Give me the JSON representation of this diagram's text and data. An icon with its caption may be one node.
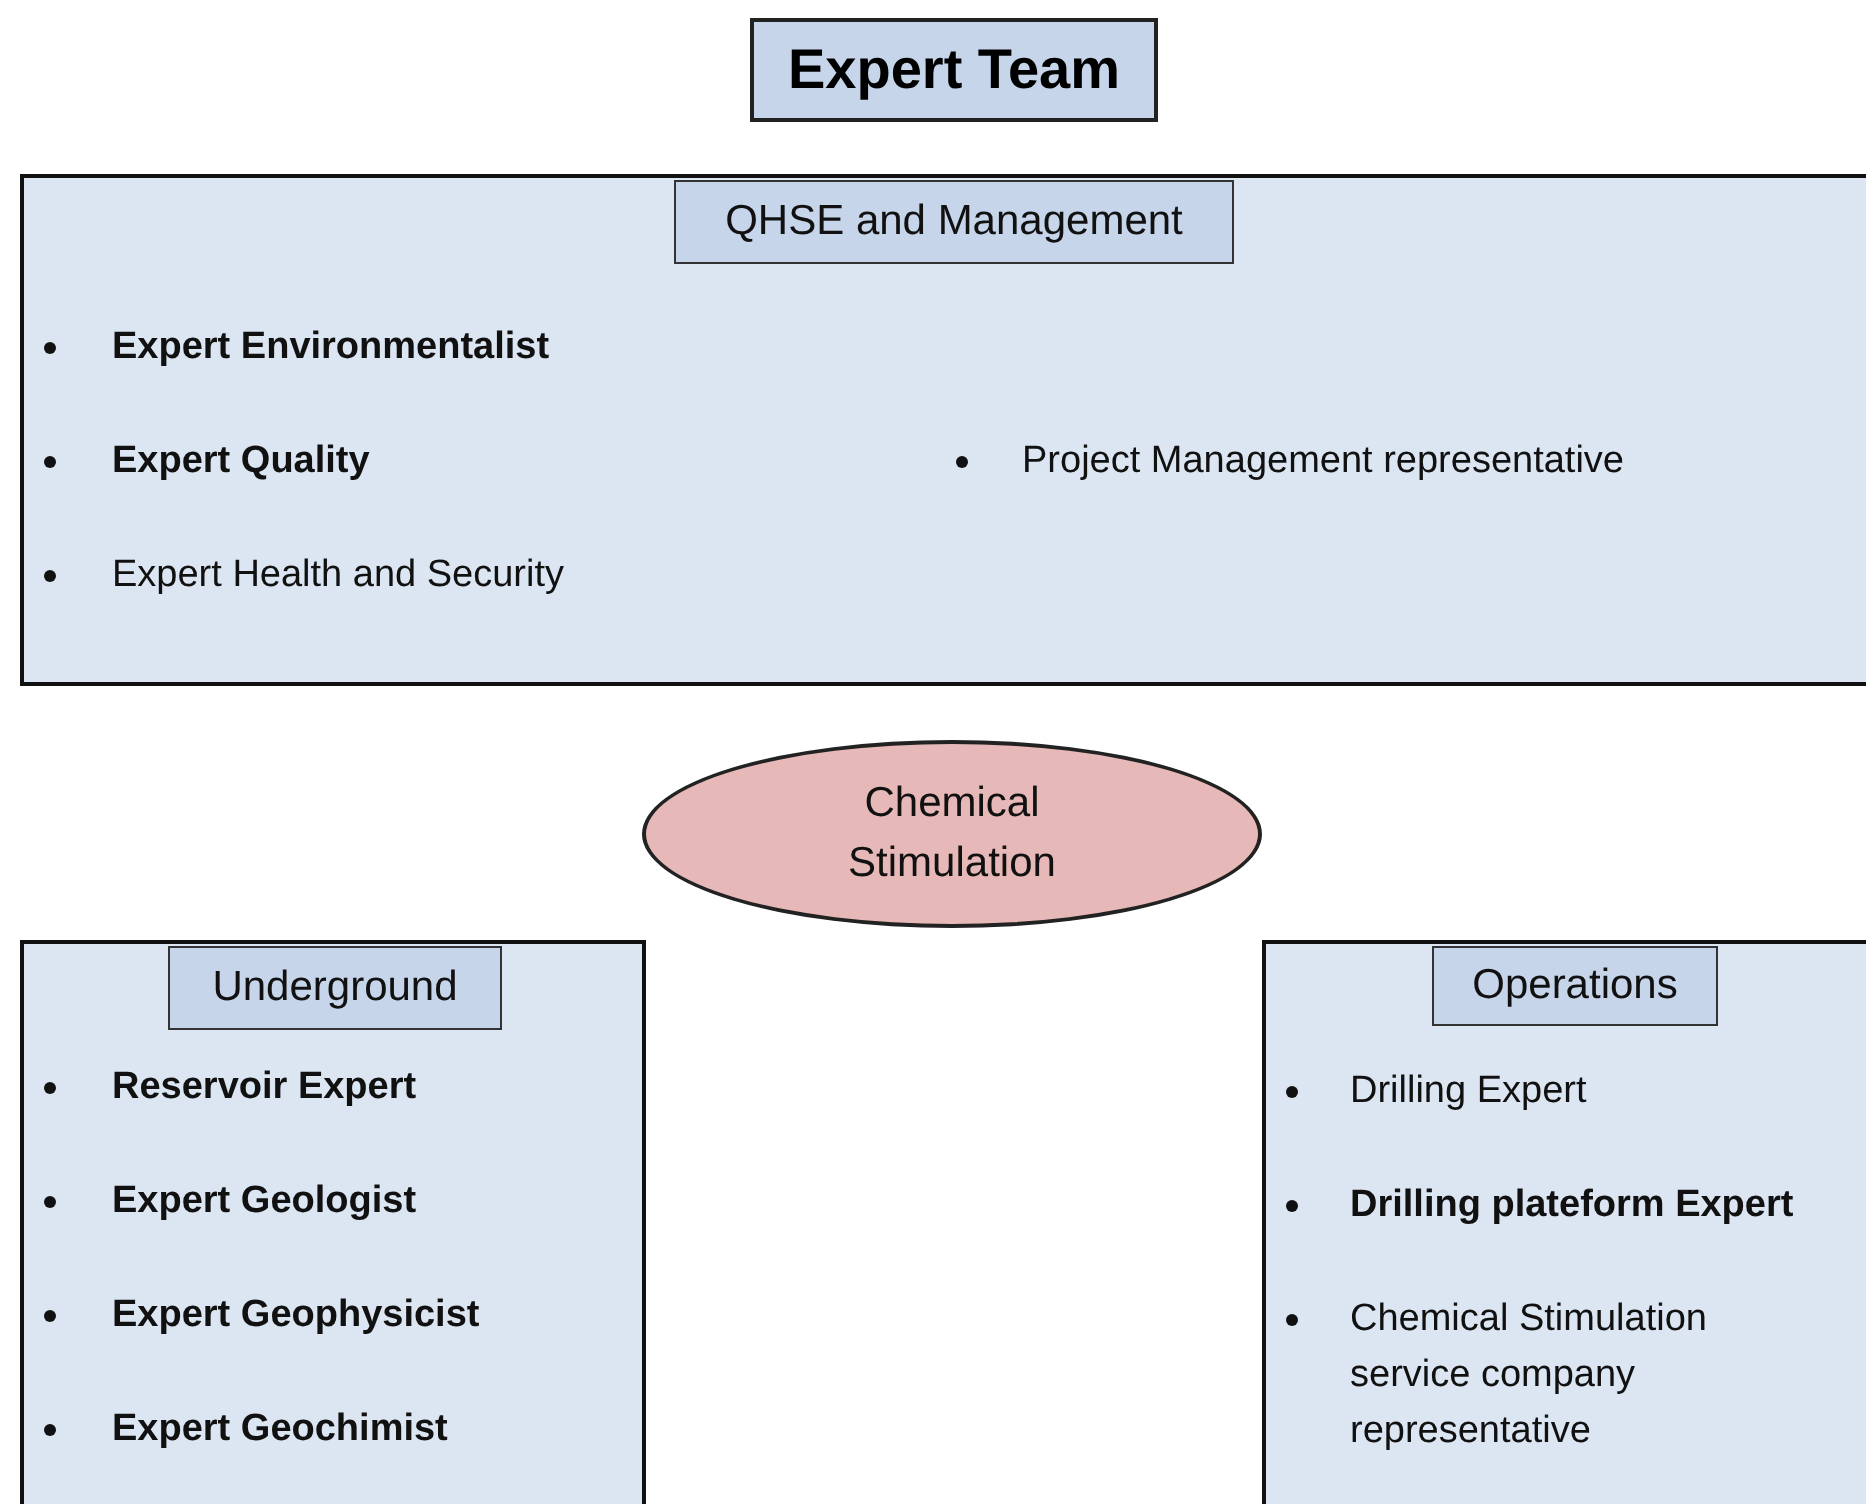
{
  "diagram": {
    "title": "Expert Team",
    "nodes": [
      {
        "text": [
          "QHSE and Management",
          "**Expert Environmentalist**",
          "**Expert Quality**",
          "Expert Health and Security",
          "Project Management representative"
        ]
      },
      {
        "text": [
          "Chemical Stimulation"
        ]
      },
      {
        "text": [
          "Underground",
          "**Reservoir Expert**",
          "**Expert Geologist**",
          "**Expert Geophysicist**",
          "**Expert Geochimist**"
        ]
      },
      {
        "text": [
          "Operations",
          "Drilling Expert",
          "**Drilling plateform Expert**",
          "Chemical Stimulation service company representative"
        ]
      }
    ],
    "edges": []
  }
}
